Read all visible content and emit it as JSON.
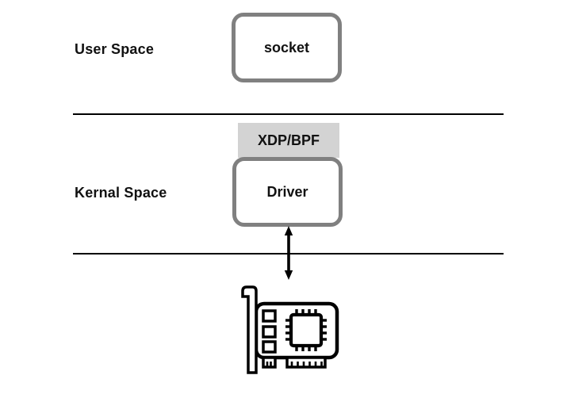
{
  "diagram": {
    "title_implied": "XDP/BPF packet path diagram",
    "labels": {
      "user_space": "User Space",
      "kernal_space": "Kernal Space",
      "socket": "socket",
      "xdp_bpf": "XDP/BPF",
      "driver": "Driver"
    },
    "colors": {
      "background": "#ffffff",
      "box_border": "#808080",
      "box_fill": "#ffffff",
      "xdp_background": "#d3d3d3",
      "text": "#111111",
      "divider_line": "#000000",
      "icon_stroke": "#000000"
    },
    "icons": {
      "network_card": "network-card-icon",
      "arrow": "bidirectional-arrow"
    }
  }
}
